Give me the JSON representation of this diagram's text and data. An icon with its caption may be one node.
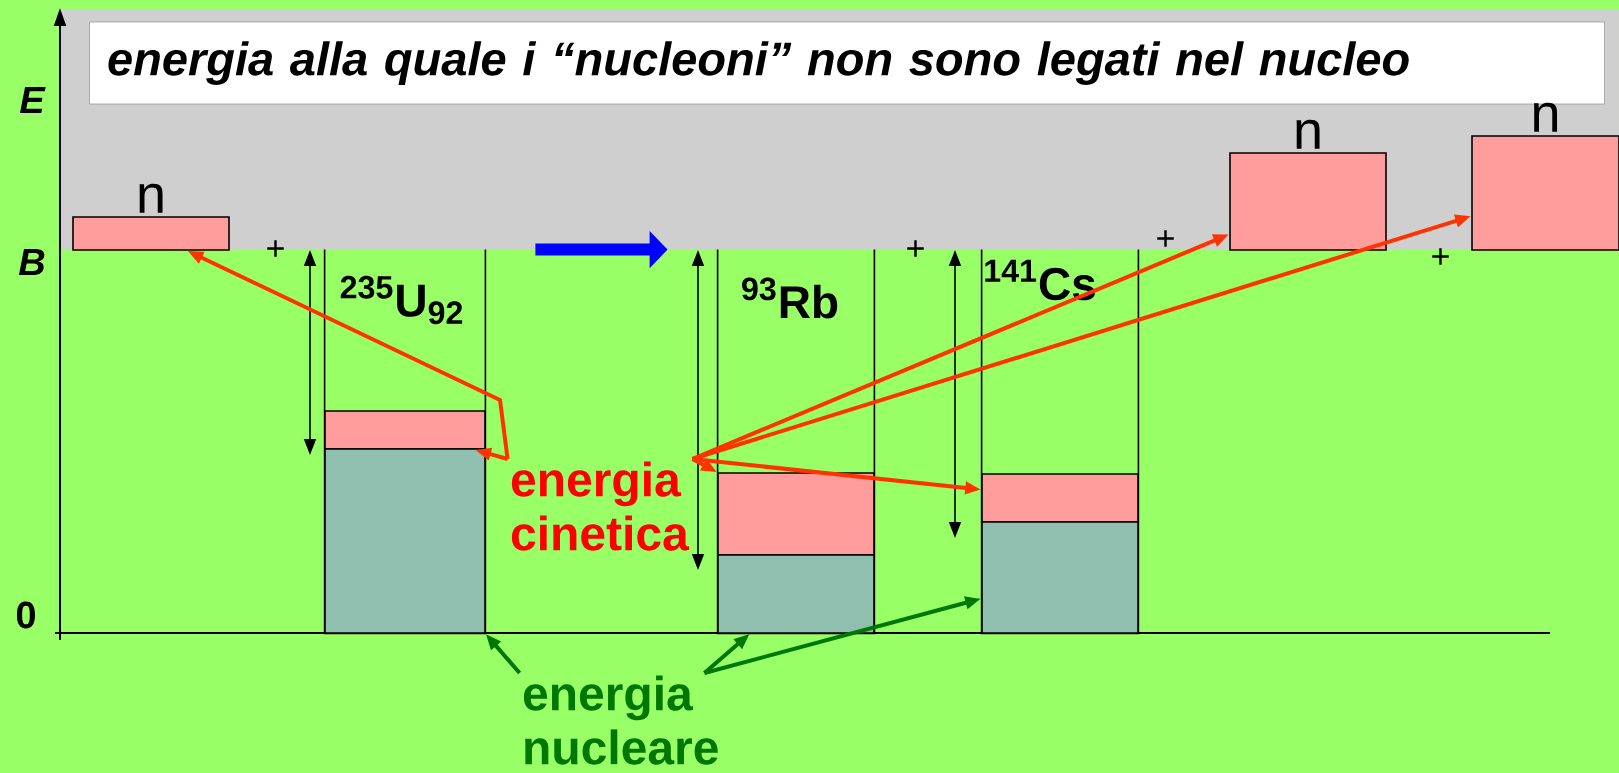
{
  "diagram": {
    "nodes": [
      {
        "text": [
          "*energia alla quale i “nucleoni” non sono legati nel nucleo*"
        ]
      },
      {
        "text": [
          "n"
        ]
      },
      {
        "text": [
          "n"
        ]
      },
      {
        "text": [
          "n"
        ]
      },
      {
        "text": [
          "$^{235}$U$_{92}$"
        ]
      },
      {
        "text": [],
        "shape": "box",
        "in": 4
      },
      {
        "text": [],
        "shape": "box",
        "in": 4
      },
      {
        "text": [
          "$^{93}$Rb"
        ]
      },
      {
        "text": [],
        "shape": "box",
        "in": 7
      },
      {
        "text": [],
        "shape": "box",
        "in": 7
      },
      {
        "text": [
          "$^{141}$Cs"
        ]
      },
      {
        "text": [],
        "shape": "box",
        "in": 10
      },
      {
        "text": [],
        "shape": "box",
        "in": 10
      },
      {
        "text": [
          "energia cinetica"
        ]
      },
      {
        "text": [
          "energia nucleare"
        ]
      }
    ],
    "edges": [
      {
        "from": 4,
        "to": 7,
        "arrow": "to",
        "style": "thick",
        "color": "#0000ff"
      },
      {
        "from": 13,
        "to": 1,
        "arrow": "to"
      },
      {
        "from": 13,
        "to": 5,
        "arrow": "to"
      },
      {
        "from": 13,
        "to": 8,
        "arrow": "to"
      },
      {
        "from": 13,
        "to": 11,
        "arrow": "to"
      },
      {
        "from": 13,
        "to": 2,
        "arrow": "to"
      },
      {
        "from": 13,
        "to": 3,
        "arrow": "to"
      },
      {
        "from": 14,
        "to": 6,
        "arrow": "to",
        "color": "#007700"
      },
      {
        "from": 14,
        "to": 9,
        "arrow": "to",
        "color": "#007700"
      },
      {
        "from": 14,
        "to": 12,
        "arrow": "to",
        "color": "#007700"
      }
    ],
    "labels": [
      "E",
      "B",
      "+",
      "+",
      "+",
      "+",
      "0"
    ]
  }
}
